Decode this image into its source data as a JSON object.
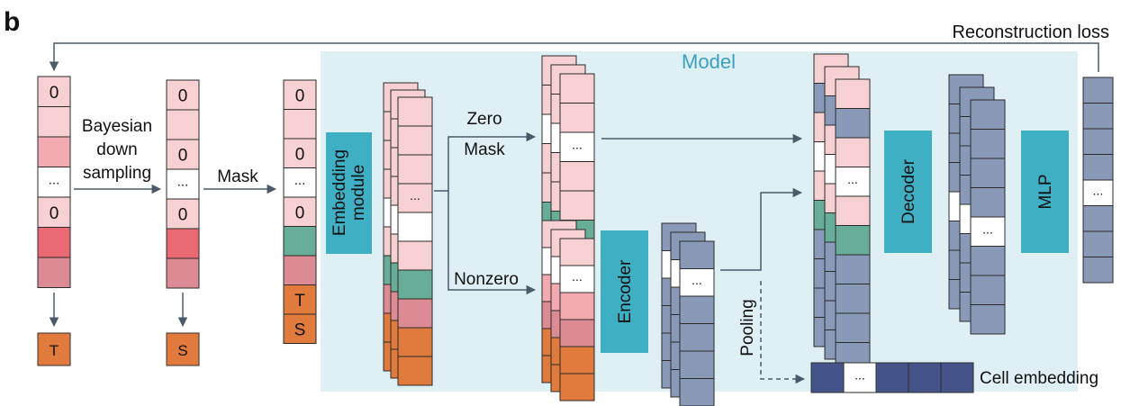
{
  "panel_label": "b",
  "model_label": "Model",
  "reconstruction_loss_label": "Reconstruction loss",
  "input_vector": {
    "cells": [
      "0",
      "",
      "",
      "...",
      "0",
      "",
      ""
    ],
    "target_label": "T"
  },
  "bayesian_label_lines": [
    "Bayesian",
    "down",
    "sampling"
  ],
  "downsampled_vector": {
    "cells": [
      "0",
      "",
      "0",
      "...",
      "0",
      "",
      ""
    ],
    "source_label": "S"
  },
  "mask_label": "Mask",
  "masked_vector": {
    "cells": [
      "0",
      "",
      "0",
      "...",
      "0",
      "",
      "",
      "T",
      "S"
    ]
  },
  "embedding_module_label_lines": [
    "Embedding",
    "module"
  ],
  "zero_label": "Zero",
  "mask_branch_label": "Mask",
  "nonzero_label": "Nonzero",
  "encoder_label": "Encoder",
  "pooling_label": "Pooling",
  "decoder_label": "Decoder",
  "mlp_label": "MLP",
  "cell_embedding_label": "Cell embedding",
  "ellipsis": "...",
  "colors": {
    "model_bg": "#dff0f4",
    "teal_box": "#3fb0c4",
    "model_text": "#3a9fc0",
    "light_pink": "#f6d0d3",
    "mid_pink": "#f2a9b0",
    "red": "#e96a72",
    "rose": "#dc8a93",
    "green": "#68ad97",
    "orange": "#e17a3d",
    "slate": "#8999b8",
    "navy": "#45548a",
    "arrow": "#4a5a6a"
  }
}
